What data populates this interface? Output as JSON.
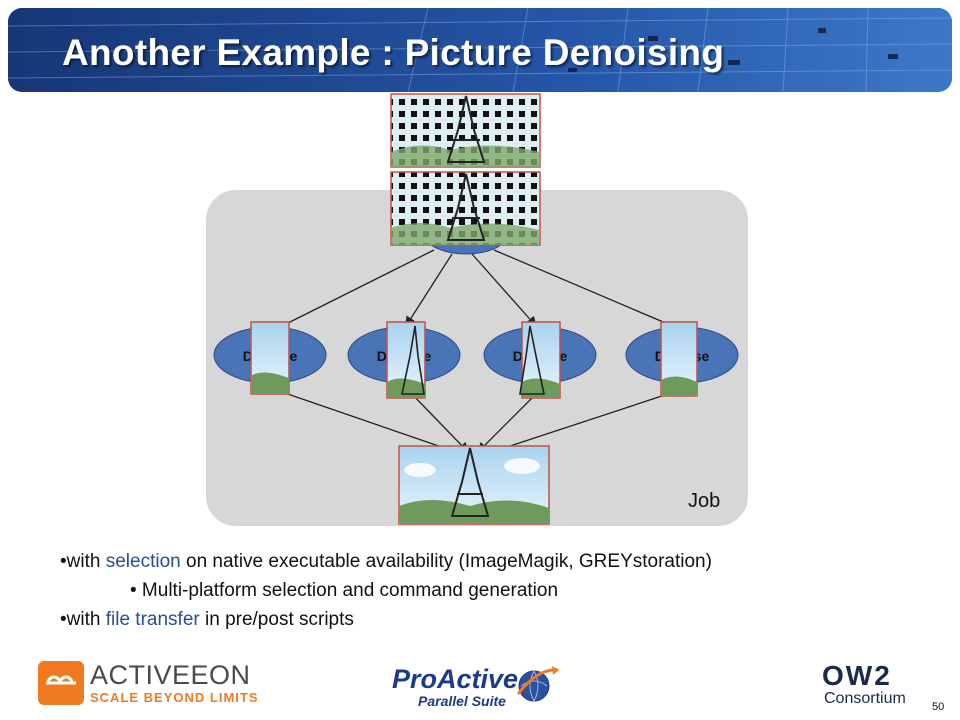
{
  "title": "Another Example : Picture Denoising",
  "diagram": {
    "task_label": "Denoise",
    "job_label": "Job"
  },
  "bullets": {
    "line1": {
      "bullet": "•",
      "pre": "with ",
      "highlight": "selection",
      "post": " on native executable availability (ImageMagik, GREYstoration)"
    },
    "line2": {
      "bullet": "•",
      "text": " Multi-platform selection and command generation"
    },
    "line3": {
      "bullet": "•",
      "pre": "with ",
      "highlight": "file transfer",
      "post": " in pre/post scripts"
    }
  },
  "footer": {
    "activeeon_name": "ACTIVEEON",
    "activeeon_tag": "SCALE BEYOND LIMITS",
    "proactive_name": "ProActive",
    "proactive_sub": "Parallel Suite",
    "ow2_name": "OW2",
    "ow2_sub": "Consortium",
    "page_number": "50"
  },
  "colors": {
    "banner": "#1b3f87",
    "task_fill": "#4a74b8",
    "highlight_text": "#2a4f8f",
    "activeeon_orange": "#f07a20"
  }
}
